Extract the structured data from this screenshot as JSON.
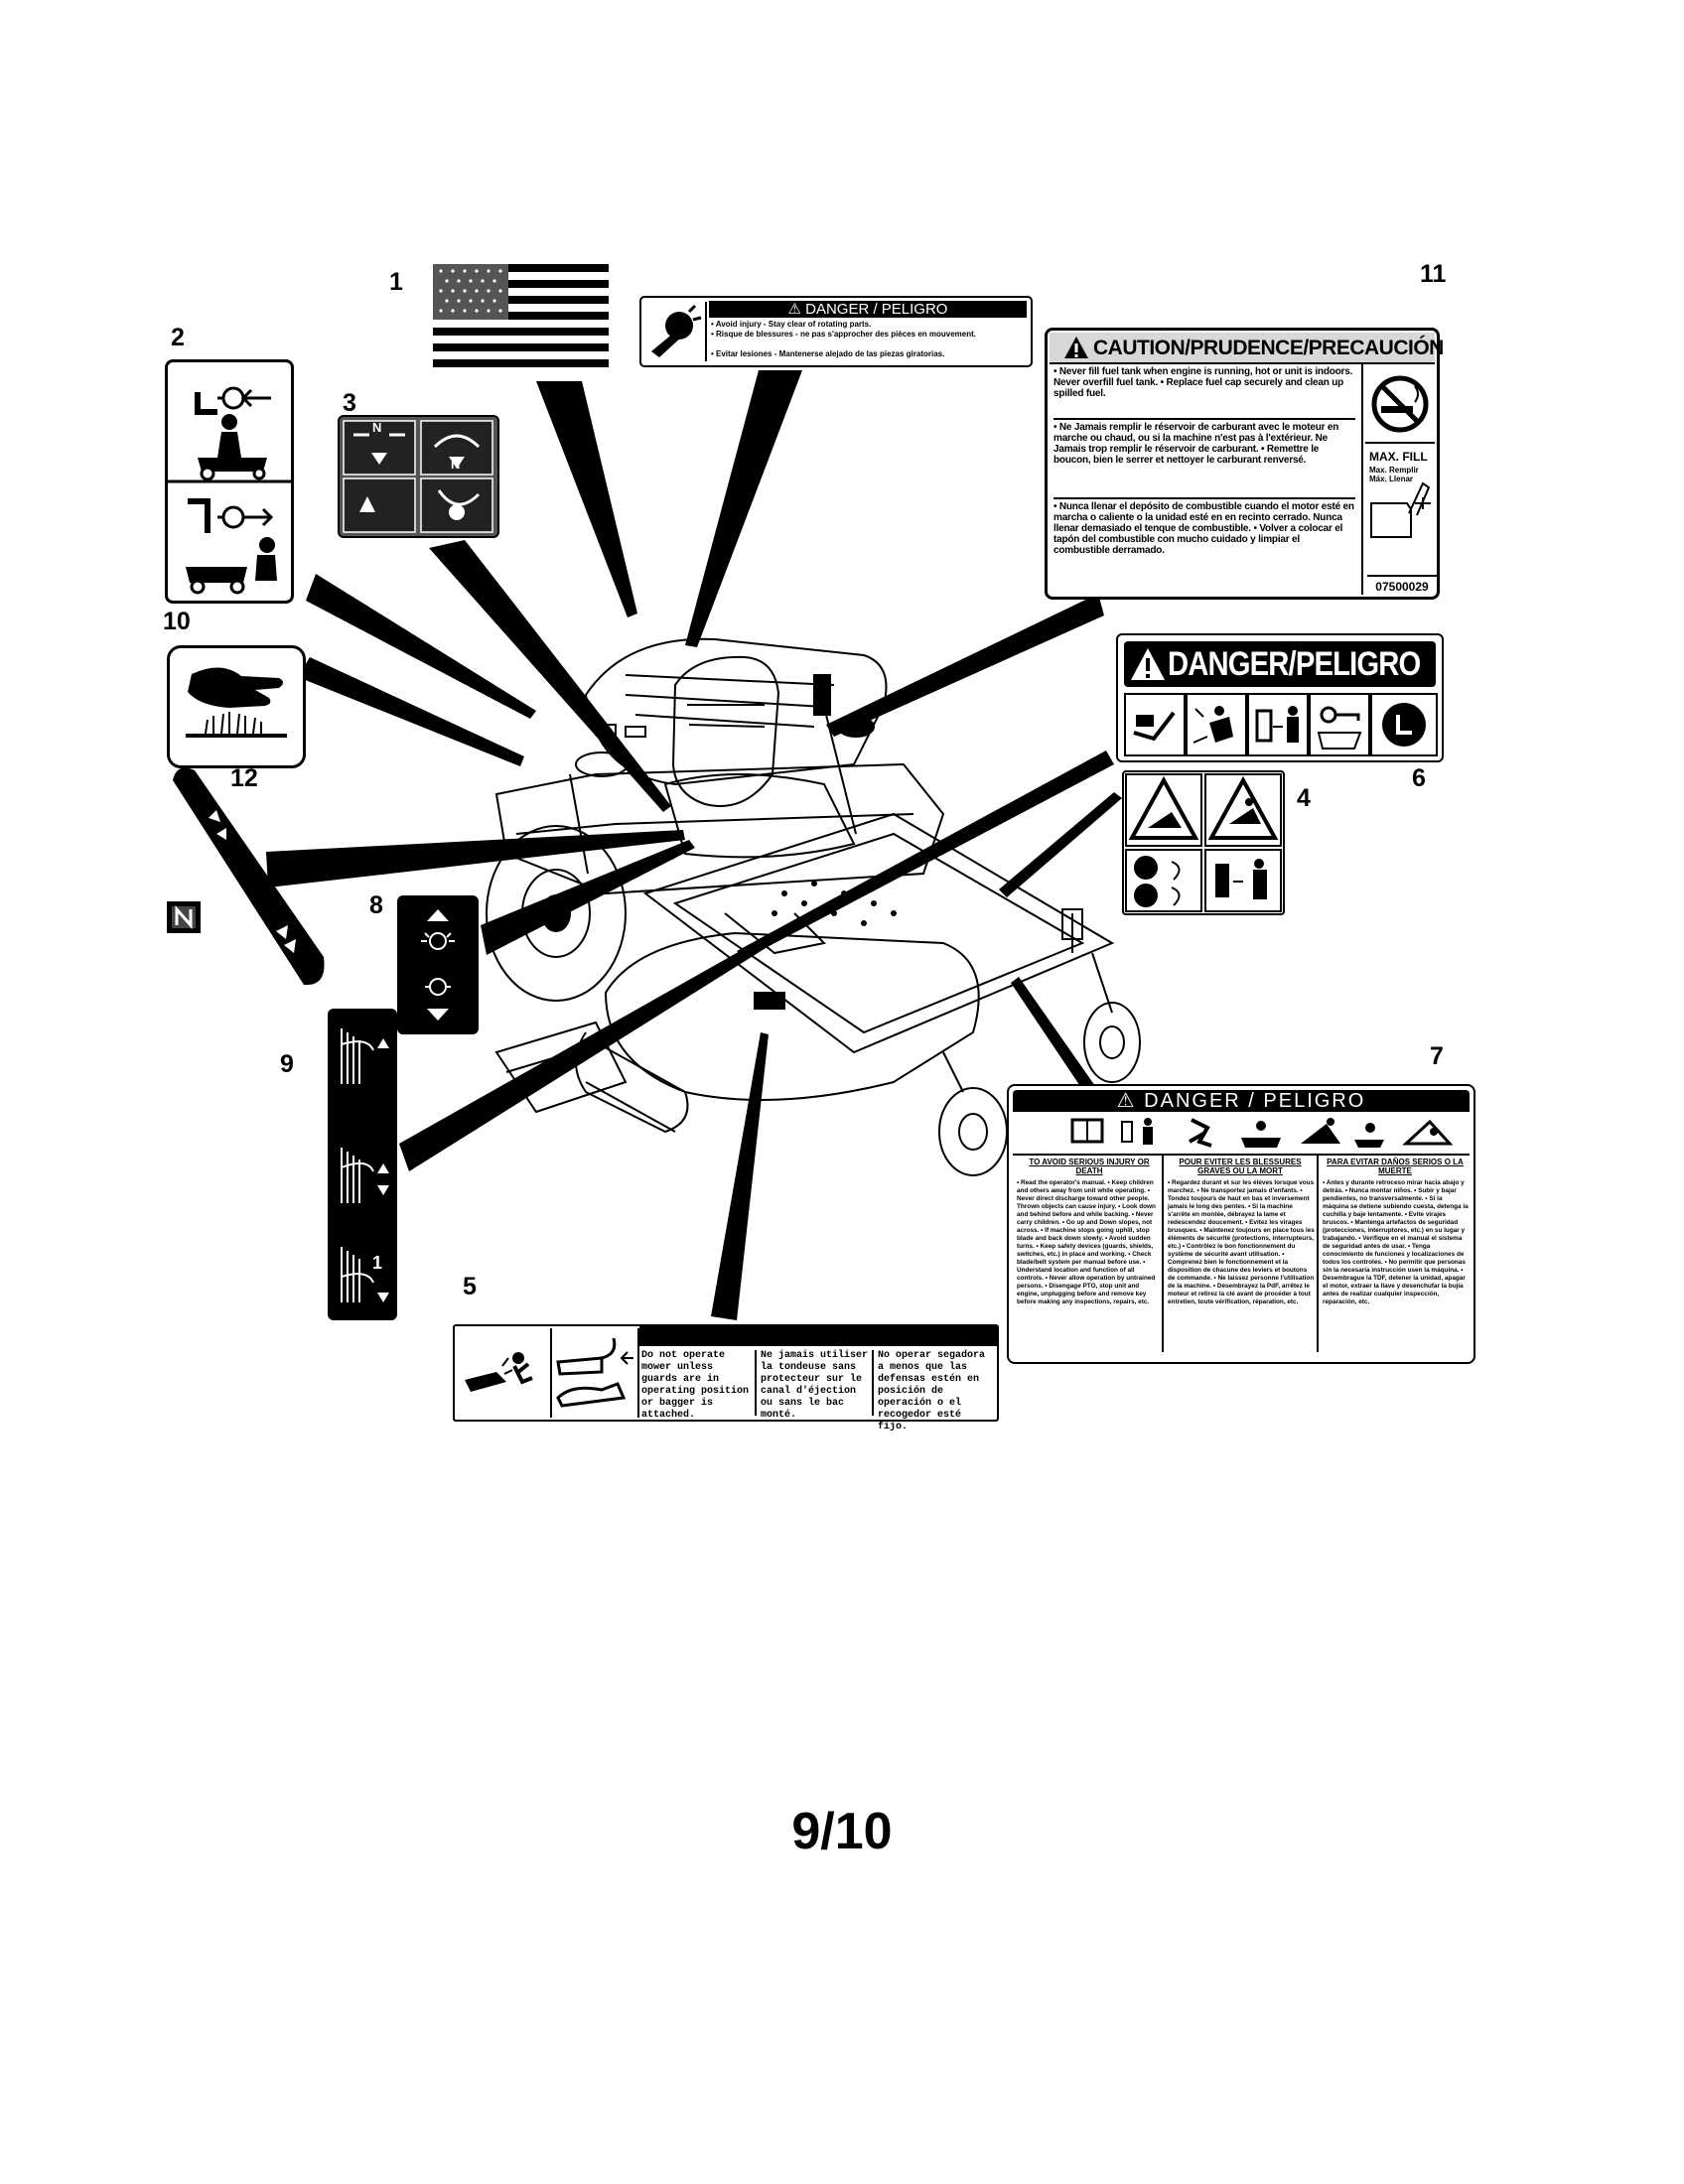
{
  "callouts": {
    "n1": "1",
    "n2": "2",
    "n3": "3",
    "n4": "4",
    "n5": "5",
    "n6": "6",
    "n7": "7",
    "n8": "8",
    "n9": "9",
    "n10": "10",
    "n11": "11",
    "n12": "12"
  },
  "page_number": "9/10",
  "decal_danger_small": {
    "header": "⚠ DANGER / PELIGRO",
    "lines": [
      "• Avoid injury - Stay clear of rotating parts.",
      "• Risque de blessures - ne pas s'approcher des pièces en mouvement.",
      "• Evitar lesiones - Mantenerse alejado de las piezas giratorias."
    ]
  },
  "decal_caution": {
    "header": "CAUTION/PRUDENCE/PRECAUCIÓN",
    "en": "• Never fill fuel tank when engine is running, hot or unit is indoors. Never overfill fuel tank. • Replace fuel cap securely and clean up spilled fuel.",
    "fr": "• Ne Jamais remplir le réservoir de carburant avec le moteur en marche ou chaud, ou si la machine n'est pas à l'extérieur. Ne Jamais trop remplir le réservoir de carburant. • Remettre le boucon, bien le serrer et nettoyer le carburant renversé.",
    "es": "• Nunca llenar el depósito de combustible cuando el motor esté en marcha o caliente o la unidad esté en en recinto cerrado. Nunca llenar demasiado el tenque de combustible. • Volver a colocar el tapón del combustible con mucho cuidado y limpiar el combustible derramado.",
    "max_fill": "MAX. FILL",
    "max_fill_sub1": "Max. Remplir",
    "max_fill_sub2": "Máx. Llenar",
    "part_no": "07500029"
  },
  "decal_danger6": {
    "header": "DANGER/PELIGRO"
  },
  "decal_danger7": {
    "header": "⚠ DANGER / PELIGRO",
    "col1_head": "TO AVOID SERIOUS INJURY OR DEATH",
    "col2_head": "POUR EVITER LES BLESSURES GRAVES OU LA MORT",
    "col3_head": "PARA EVITAR DAÑOS SERIOS O LA MUERTE",
    "col1_text": "• Read the operator's manual. • Keep children and others away from unit while operating. • Never direct discharge toward other people. Thrown objects can cause injury. • Look down and behind before and while backing. • Never carry children. • Go up and Down slopes, not across. • If machine stops going uphill, stop blade and back down slowly. • Avoid sudden turns. • Keep safety devices (guards, shields, switches, etc.) in place and working. • Check blade/belt system per manual before use. • Understand location and function of all controls. • Never allow operation by untrained persons. • Disengage PTO, stop unit and engine, unplugging before and remove key before making any inspections, repairs, etc.",
    "col2_text": "• Regardez durant et sur les élèves lorsque vous marchez. • Ne transportez jamais d'enfants. • Tondez toujours de haut en bas et inversement jamais le long des pentes. • Si la machine s'arrête en montée, débrayez la lame et redescendez doucement. • Evitez les virages brusques. • Maintenez toujours en place tous les éléments de sécurité (protections, interrupteurs, etc.) • Contrôlez le bon fonctionnement du système de sécurité avant utilisation. • Comprenez bien le fonctionnement et la disposition de chacune des leviers et boutons de commande. • Ne laissez personne l'utilisation de la machine. • Désembrayez la PdF, arrêtez le moteur et retirez la clé avant de procéder à tout entretien, toute vérification, réparation, etc.",
    "col3_text": "• Antes y durante retroceso mirar hacia abajo y detrás. • Nunca montar niños. • Subir y bajar pendientes, no transversalmente. • Si la máquina se detiene subiendo cuesta, detenga la cuchilla y baje lentamente. • Evite virajes bruscos. • Mantenga artefactos de seguridad (protecciones, interruptores, etc.) en su lugar y trabajando. • Verifique en el manual el sistema de seguridad antes de usar. • Tenga conocimiento de funciones y localizaciones de todos los controles. • No permitir que personas sin la necesaria instrucción usen la máquina. • Desembrague la TDF, detener la unidad, apagar el motor, extraer la llave y desenchufar la bujía antes de realizar cualquier inspección, reparación, etc."
  },
  "decal_5": {
    "en": "Do not operate mower unless guards are in operating position or bagger is attached.",
    "fr": "Ne jamais utiliser la tondeuse sans protecteur sur le canal d'éjection ou sans le bac monté.",
    "es": "No operar segadora a menos que las defensas estén en posición de operación o el recogedor esté fijo."
  },
  "decal_3": {
    "n_top": "N",
    "n_right": "N"
  },
  "decal_9": {
    "step": "1"
  },
  "colors": {
    "ink": "#000000",
    "paper": "#ffffff",
    "flag_gray": "#808080"
  }
}
